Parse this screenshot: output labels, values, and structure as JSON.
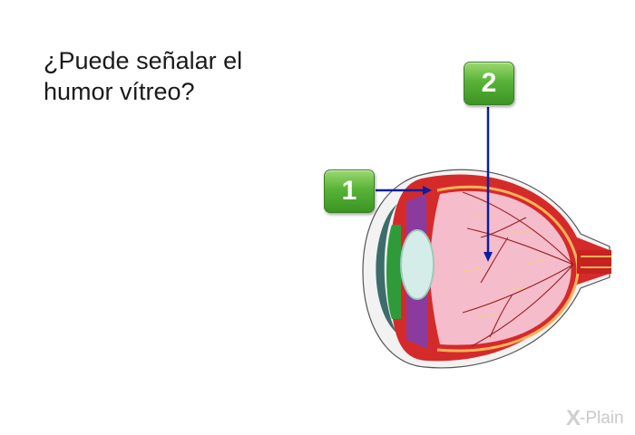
{
  "question": {
    "line1": "¿Puede señalar el",
    "line2": "humor vítreo?"
  },
  "answers": [
    {
      "label": "1"
    },
    {
      "label": "2"
    }
  ],
  "logo": {
    "mark": "X",
    "text": "-Plain"
  },
  "colors": {
    "button_green": "#58b338",
    "arrow_blue": "#0b1ea0",
    "vitreous_pink": "#f3b8c6",
    "sclera_red": "#d52a2a",
    "logo_gray": "#c9c9c9"
  }
}
